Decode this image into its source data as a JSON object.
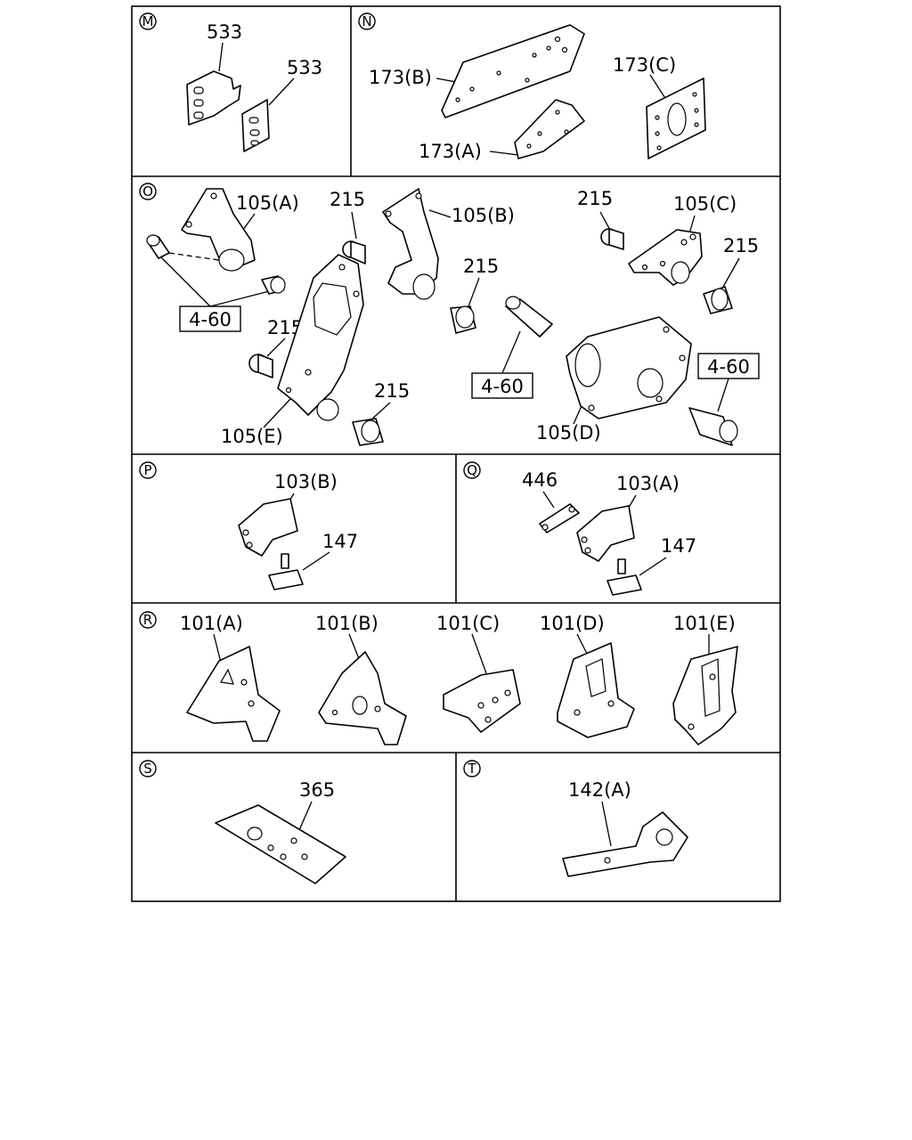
{
  "panels": {
    "m": {
      "letter": "M",
      "labels": [
        "533",
        "533"
      ]
    },
    "n": {
      "letter": "N",
      "labels": [
        "173(B)",
        "173(C)",
        "173(A)"
      ]
    },
    "o": {
      "letter": "O",
      "labels": [
        "105(A)",
        "215",
        "105(B)",
        "215",
        "105(C)",
        "215",
        "215",
        "215",
        "215",
        "105(E)",
        "105(D)"
      ],
      "boxed": [
        "4-60",
        "4-60",
        "4-60"
      ]
    },
    "p": {
      "letter": "P",
      "labels": [
        "103(B)",
        "147"
      ]
    },
    "q": {
      "letter": "Q",
      "labels": [
        "446",
        "103(A)",
        "147"
      ]
    },
    "r": {
      "letter": "R",
      "labels": [
        "101(A)",
        "101(B)",
        "101(C)",
        "101(D)",
        "101(E)"
      ]
    },
    "s": {
      "letter": "S",
      "labels": [
        "365"
      ]
    },
    "t": {
      "letter": "T",
      "labels": [
        "142(A)"
      ]
    }
  }
}
